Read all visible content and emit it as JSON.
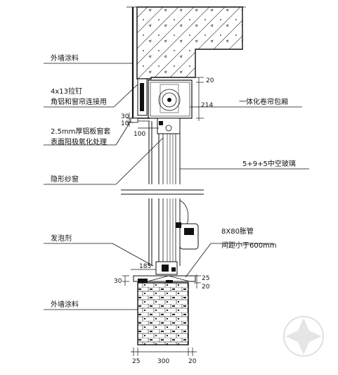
{
  "labels": {
    "exterior_paint_top": "外墙涂料",
    "rivet_line1": "4x13拉钉",
    "rivet_line2": "角铝和窗帘连接用",
    "sleeve_line1": "2.5mm厚铝板窗套",
    "sleeve_line2": "表面阳极氧化处理",
    "hidden_screen": "隐形纱窗",
    "foam_agent": "发泡剂",
    "exterior_paint_bottom": "外墙涂料",
    "shutter_box": "一体化卷帘包厢",
    "glass": "5+9+5中空玻璃",
    "drain_pipe_line1": "8X80胀管",
    "drain_pipe_line2": "间距小于600mm"
  },
  "dimensions": {
    "top_20": "20",
    "box_214": "214",
    "left_30": "30",
    "left_10": "10",
    "width_100": "100",
    "sill_185": "185",
    "bottom_30": "30",
    "right_25": "25",
    "right_20": "20",
    "base_25_left": "25",
    "base_300": "300",
    "base_20_right": "20"
  }
}
